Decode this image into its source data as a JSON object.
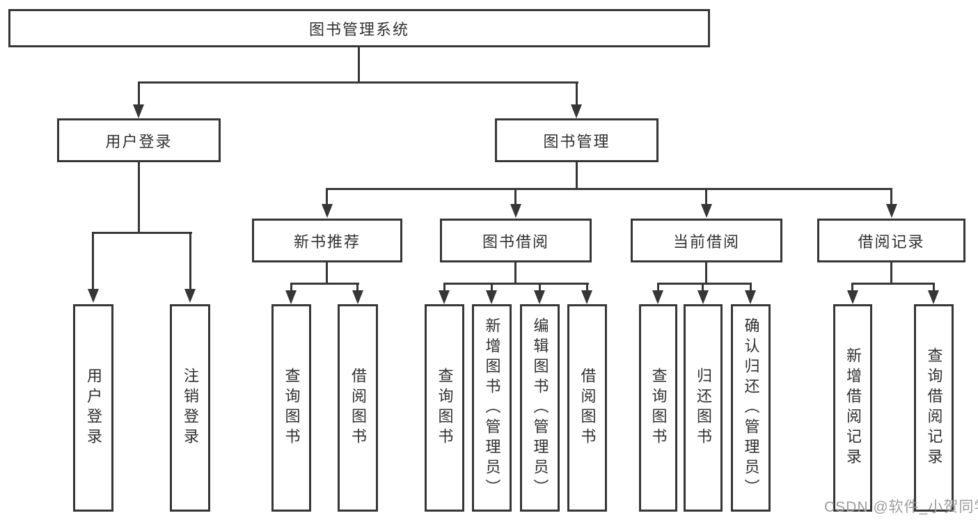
{
  "diagram_title": "图书管理系统",
  "tree": {
    "label": "图书管理系统",
    "children": [
      {
        "label": "用户登录",
        "children": [
          {
            "label": "用户登录"
          },
          {
            "label": "注销登录"
          }
        ]
      },
      {
        "label": "图书管理",
        "children": [
          {
            "label": "新书推荐",
            "children": [
              {
                "label": "查询图书"
              },
              {
                "label": "借阅图书"
              }
            ]
          },
          {
            "label": "图书借阅",
            "children": [
              {
                "label": "查询图书"
              },
              {
                "label": "新增图书（管理员）"
              },
              {
                "label": "编辑图书（管理员）"
              },
              {
                "label": "借阅图书"
              }
            ]
          },
          {
            "label": "当前借阅",
            "children": [
              {
                "label": "查询图书"
              },
              {
                "label": "归还图书"
              },
              {
                "label": "确认归还（管理员）"
              }
            ]
          },
          {
            "label": "借阅记录",
            "children": [
              {
                "label": "新增借阅记录"
              },
              {
                "label": "查询借阅记录"
              }
            ]
          }
        ]
      }
    ]
  },
  "watermark": "CSDN @软件_小贺同学",
  "colors": {
    "line": "#363636",
    "text": "#303030",
    "watermark": "#9c9c9c",
    "background": "#ffffff"
  }
}
